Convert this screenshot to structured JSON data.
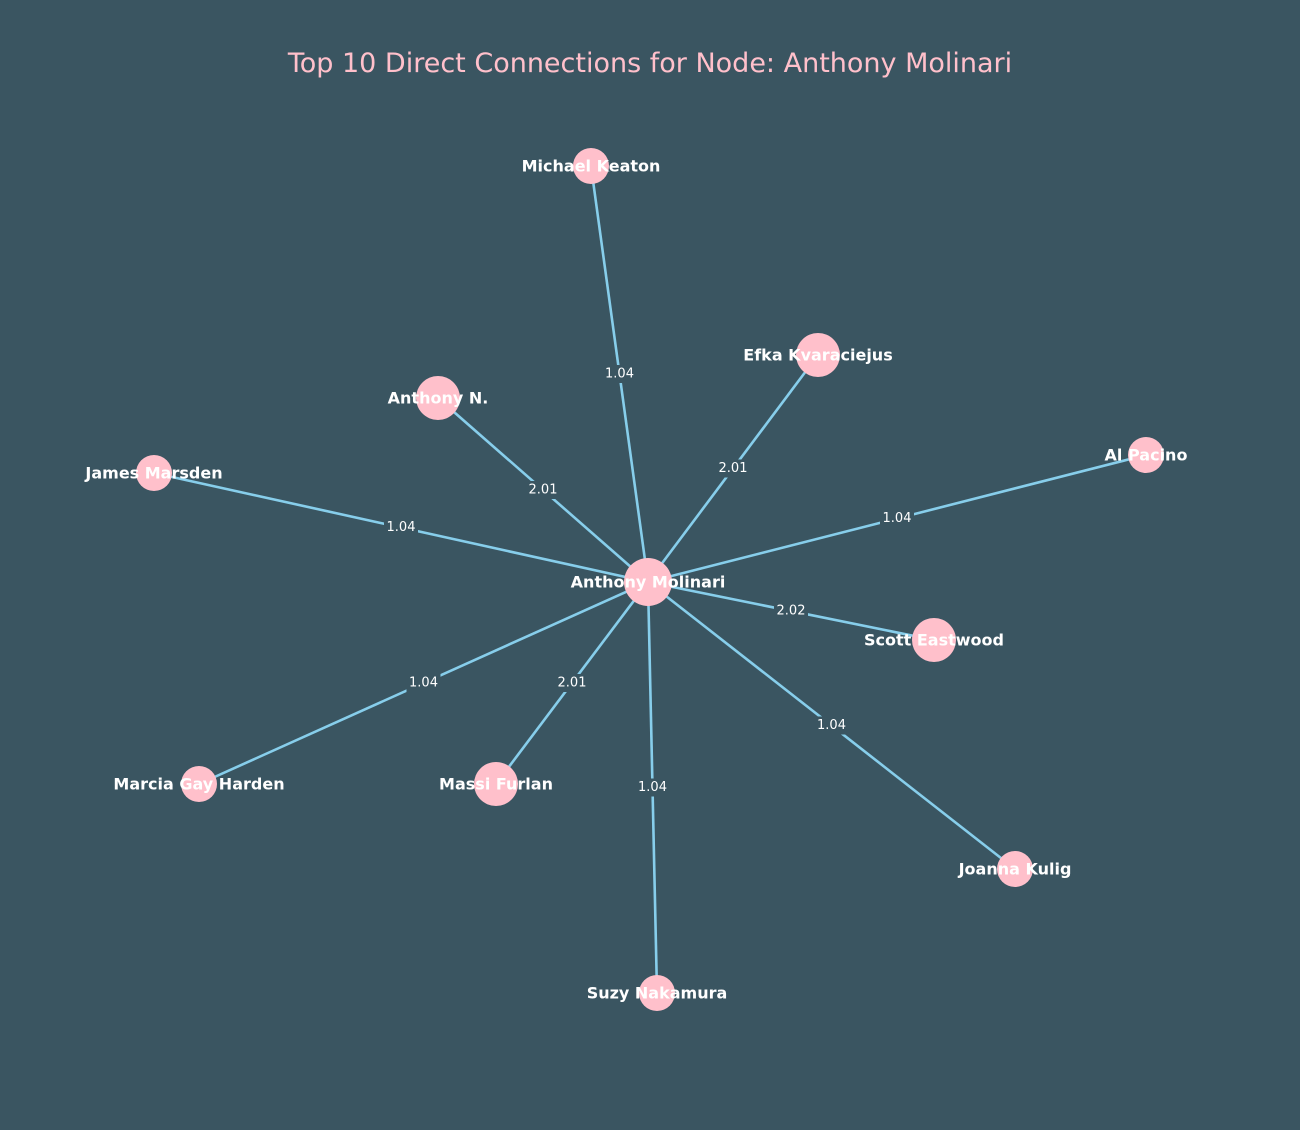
{
  "title": "Top 10 Direct Connections for Node: Anthony Molinari",
  "colors": {
    "background": "#3a5561",
    "title": "#ffc0cb",
    "node": "#ffc0cb",
    "edge": "#87ceeb",
    "label": "#ffffff"
  },
  "center": {
    "id": "anthony-molinari",
    "label": "Anthony Molinari"
  },
  "nodes": [
    {
      "id": "anthony-molinari",
      "label": "Anthony Molinari"
    },
    {
      "id": "michael-keaton",
      "label": "Michael Keaton"
    },
    {
      "id": "efka-kvaraciejus",
      "label": "Efka Kvaraciejus"
    },
    {
      "id": "anthony-n",
      "label": "Anthony N."
    },
    {
      "id": "al-pacino",
      "label": "Al Pacino"
    },
    {
      "id": "james-marsden",
      "label": "James Marsden"
    },
    {
      "id": "scott-eastwood",
      "label": "Scott Eastwood"
    },
    {
      "id": "marcia-gay-harden",
      "label": "Marcia Gay Harden"
    },
    {
      "id": "massi-furlan",
      "label": "Massi Furlan"
    },
    {
      "id": "joanna-kulig",
      "label": "Joanna Kulig"
    },
    {
      "id": "suzy-nakamura",
      "label": "Suzy Nakamura"
    }
  ],
  "edges": [
    {
      "source": "anthony-molinari",
      "target": "michael-keaton",
      "weight": "1.04"
    },
    {
      "source": "anthony-molinari",
      "target": "efka-kvaraciejus",
      "weight": "2.01"
    },
    {
      "source": "anthony-molinari",
      "target": "anthony-n",
      "weight": "2.01"
    },
    {
      "source": "anthony-molinari",
      "target": "al-pacino",
      "weight": "1.04"
    },
    {
      "source": "anthony-molinari",
      "target": "james-marsden",
      "weight": "1.04"
    },
    {
      "source": "anthony-molinari",
      "target": "scott-eastwood",
      "weight": "2.02"
    },
    {
      "source": "anthony-molinari",
      "target": "marcia-gay-harden",
      "weight": "1.04"
    },
    {
      "source": "anthony-molinari",
      "target": "massi-furlan",
      "weight": "2.01"
    },
    {
      "source": "anthony-molinari",
      "target": "joanna-kulig",
      "weight": "1.04"
    },
    {
      "source": "anthony-molinari",
      "target": "suzy-nakamura",
      "weight": "1.04"
    }
  ]
}
